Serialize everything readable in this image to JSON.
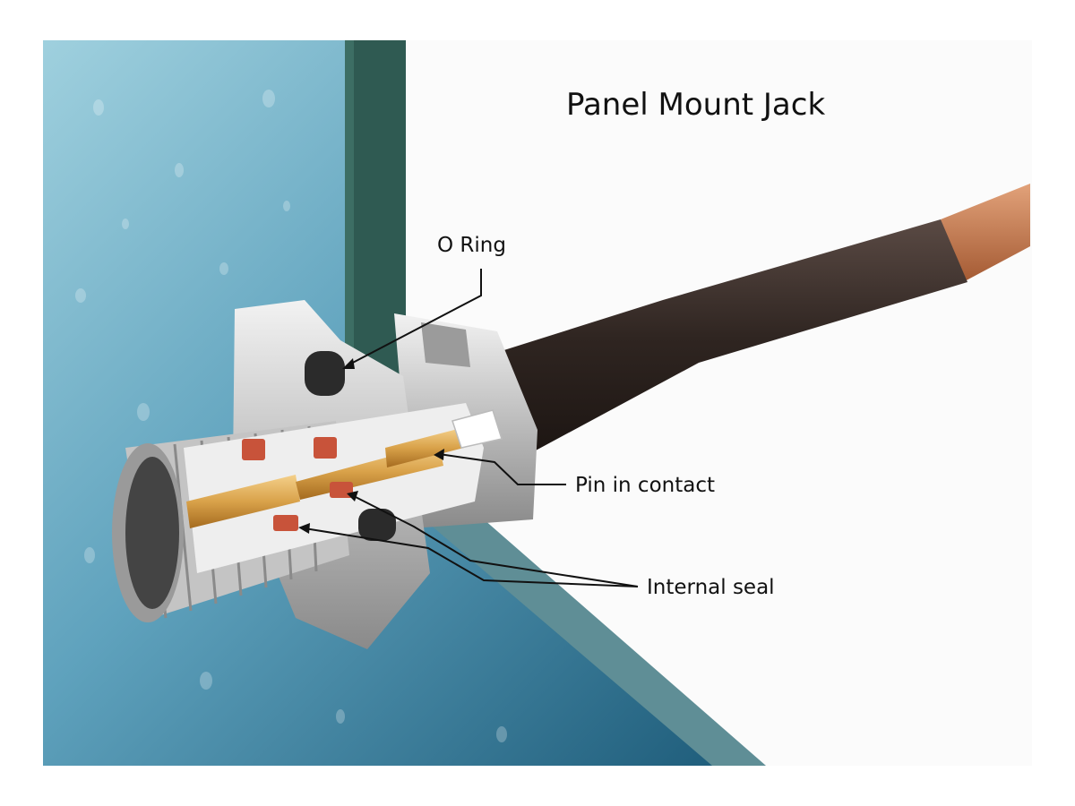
{
  "title": "Panel Mount Jack",
  "labels": {
    "o_ring": "O Ring",
    "pin_in_contact": "Pin in contact",
    "internal_seal": "Internal seal"
  },
  "colors": {
    "water_light": "#8fc6d8",
    "water_dark": "#1f5f7d",
    "panel": "#2f5a52",
    "panel_lower": "#5f8e96",
    "brass": "#d9a24a",
    "seal": "#c8533a",
    "steel": "#c9c9c9",
    "cable_jacket": "#3a2f2b",
    "copper_braid": "#c97a4c"
  }
}
